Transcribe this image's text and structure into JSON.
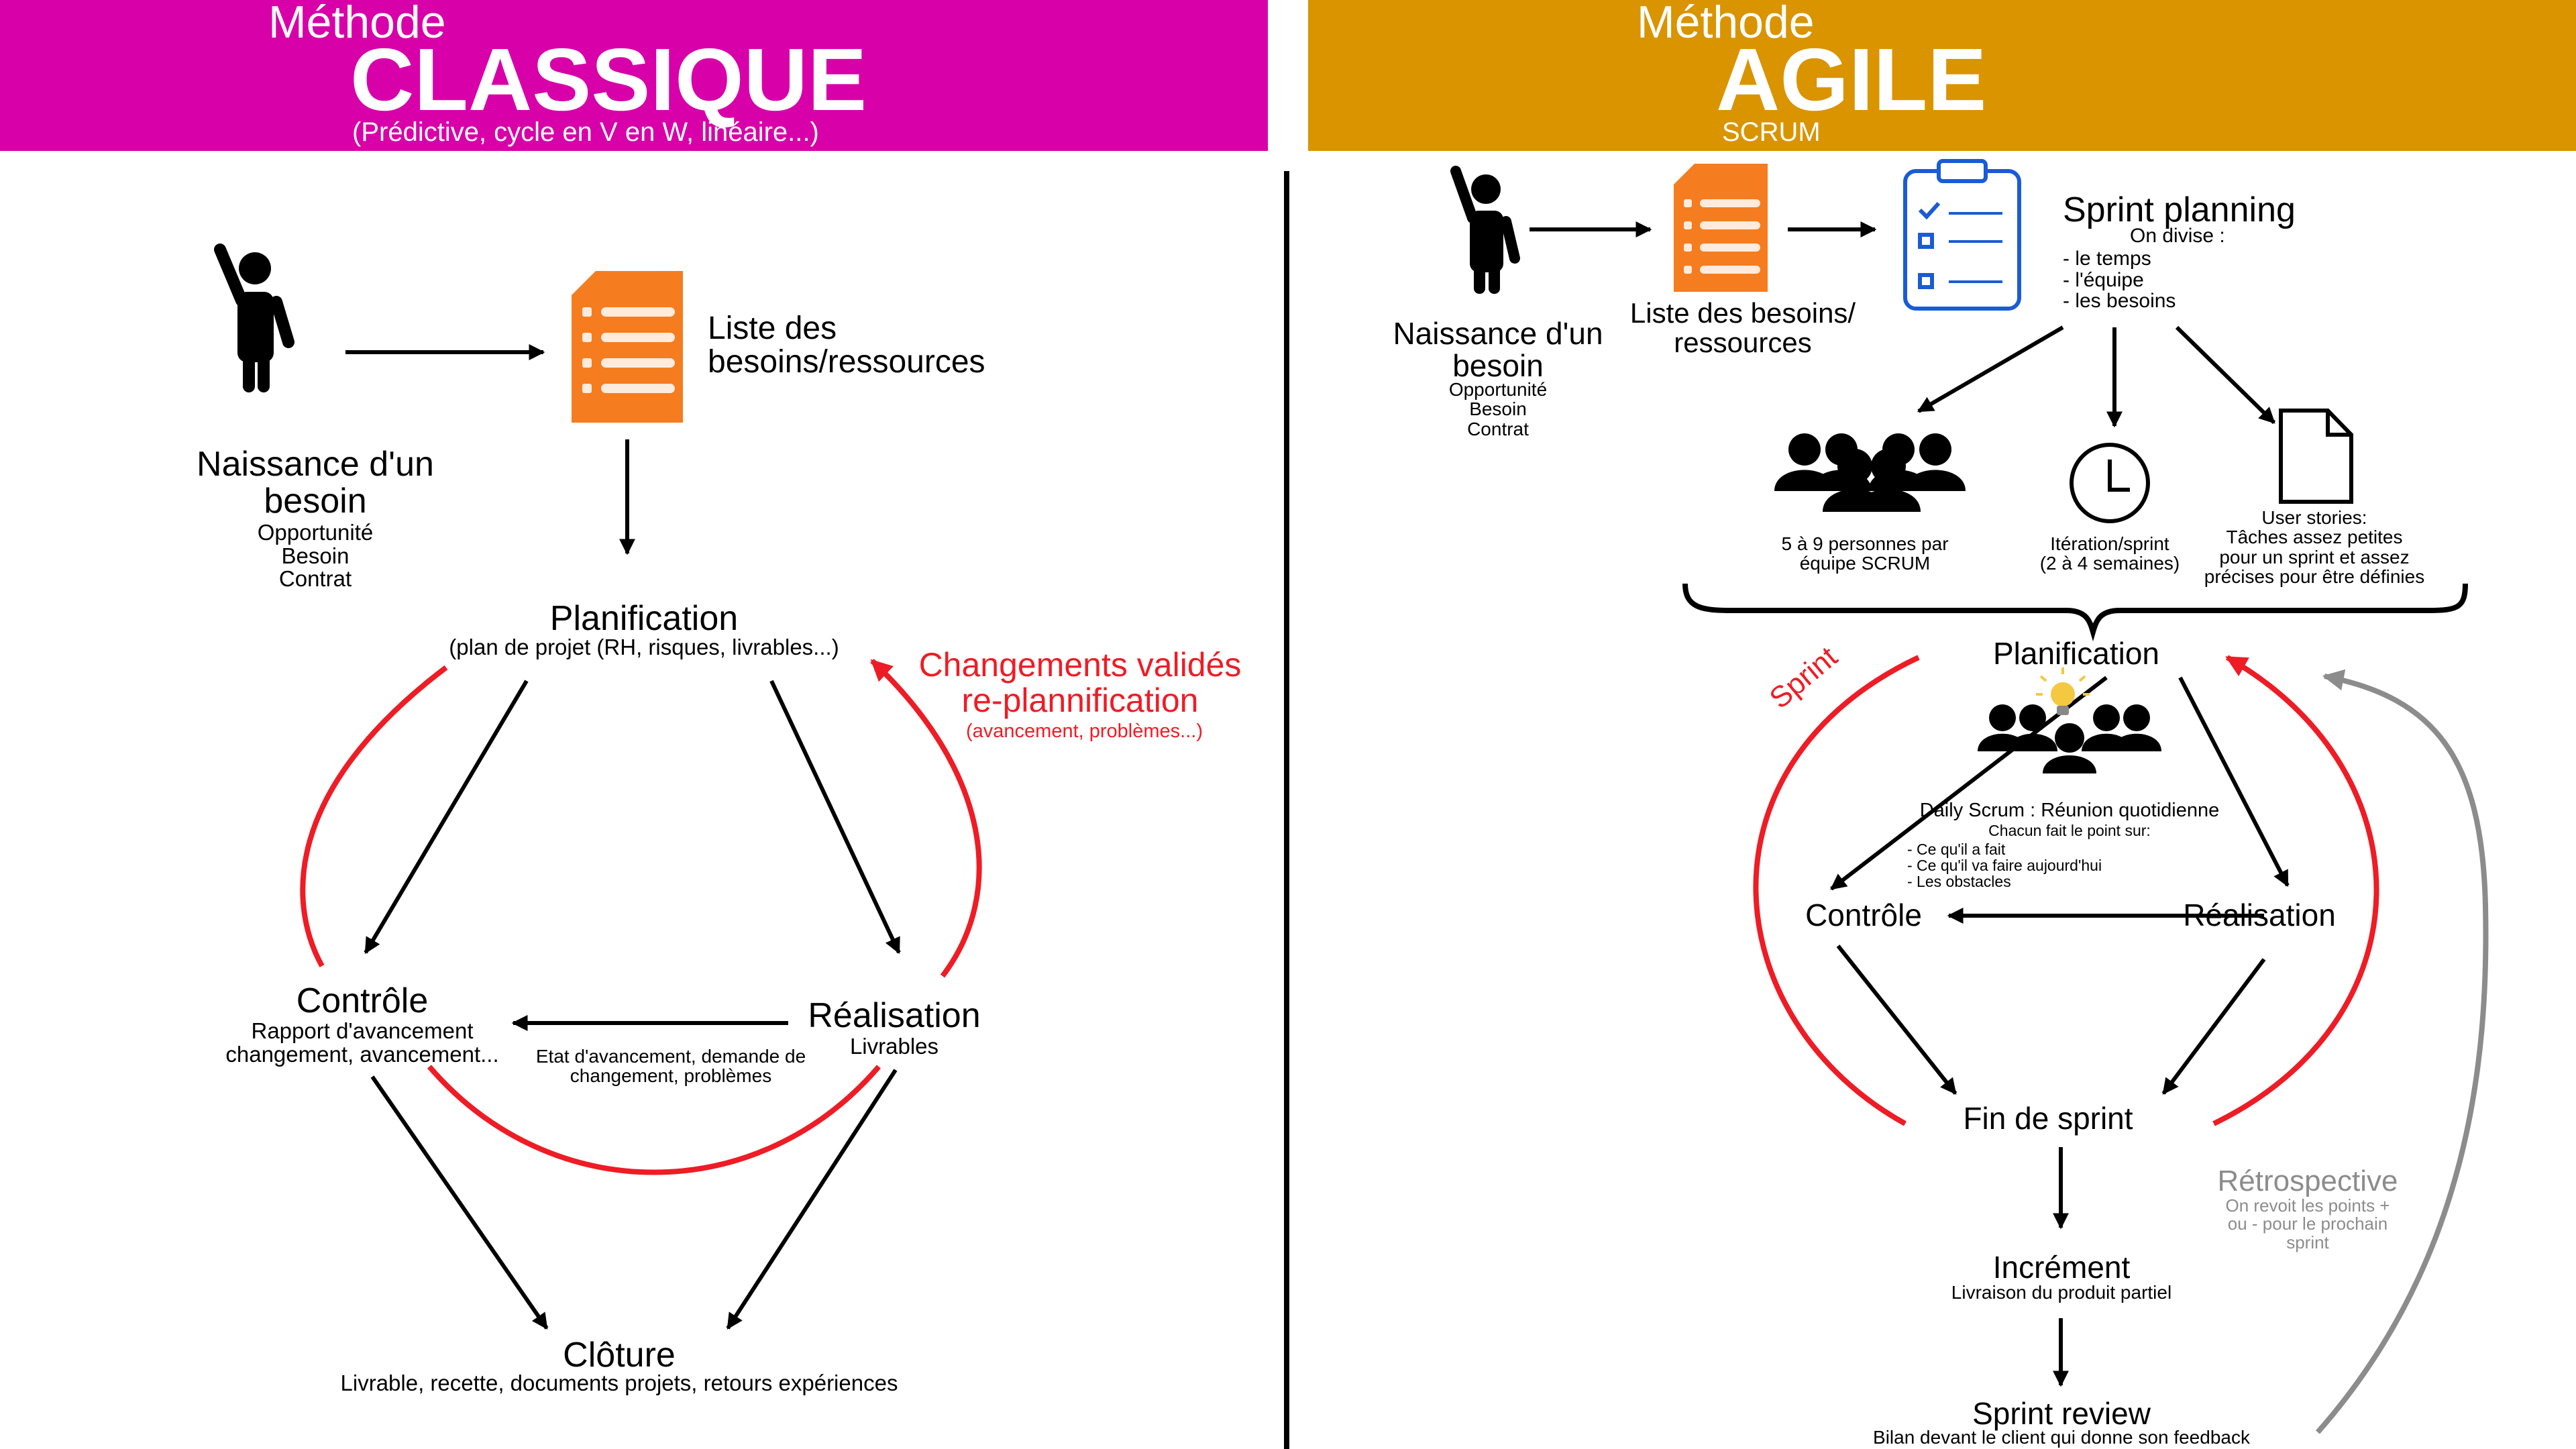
{
  "classic": {
    "methode": "Méthode",
    "title": "CLASSIQUE",
    "subtitle": "(Prédictive, cycle en V en W, linéaire...)",
    "colors": {
      "header": "#d800a8",
      "doc": "#f57c1f",
      "cycle": "#ee1c25"
    },
    "naissance": {
      "title": "Naissance d'un\nbesoin",
      "sub": "Opportunité\nBesoin\nContrat"
    },
    "liste": "Liste des\nbesoins/ressources",
    "planification": {
      "title": "Planification",
      "sub": "(plan de projet (RH, risques, livrables...)"
    },
    "changements": {
      "title": "Changements validés\nre-plannification",
      "sub": "(avancement, problèmes...)"
    },
    "controle": {
      "title": "Contrôle",
      "sub": "Rapport d'avancement\nchangement, avancement..."
    },
    "realisation": {
      "title": "Réalisation",
      "sub": "Livrables"
    },
    "etat": "Etat d'avancement, demande de\nchangement, problèmes",
    "cloture": {
      "title": "Clôture",
      "sub": "Livrable, recette, documents projets, retours expériences"
    }
  },
  "agile": {
    "methode": "Méthode",
    "title": "AGILE",
    "subtitle": "SCRUM",
    "colors": {
      "header": "#d99400",
      "doc": "#f57c1f",
      "clipboard": "#1a5bd6",
      "sprint": "#ee1c25",
      "retro": "#8c8c8c"
    },
    "naissance": {
      "title": "Naissance d'un\nbesoin",
      "sub": "Opportunité\nBesoin\nContrat"
    },
    "liste": "Liste des besoins/\nressources",
    "sprint_planning": {
      "title": "Sprint planning",
      "sub": "On divise :",
      "items": "- le temps\n- l'équipe\n- les besoins"
    },
    "equipe": "5 à 9 personnes par\néquipe SCRUM",
    "iteration": "Itération/sprint\n(2 à 4 semaines)",
    "user_stories": "User stories:\nTâches assez petites\npour un sprint et assez\nprécises pour être définies",
    "planification": "Planification",
    "sprint_label": "Sprint",
    "daily": {
      "title": "Daily Scrum : Réunion quotidienne",
      "sub": "Chacun fait le point sur:",
      "items": "- Ce qu'il a fait\n- Ce qu'il va faire aujourd'hui\n- Les obstacles"
    },
    "controle": "Contrôle",
    "realisation": "Réalisation",
    "fin_sprint": "Fin de sprint",
    "retro": {
      "title": "Rétrospective",
      "sub": "On revoit les points +\nou - pour le prochain\nsprint"
    },
    "increment": {
      "title": "Incrément",
      "sub": "Livraison du produit partiel"
    },
    "review": {
      "title": "Sprint review",
      "sub": "Bilan devant le client qui donne son feedback"
    }
  }
}
